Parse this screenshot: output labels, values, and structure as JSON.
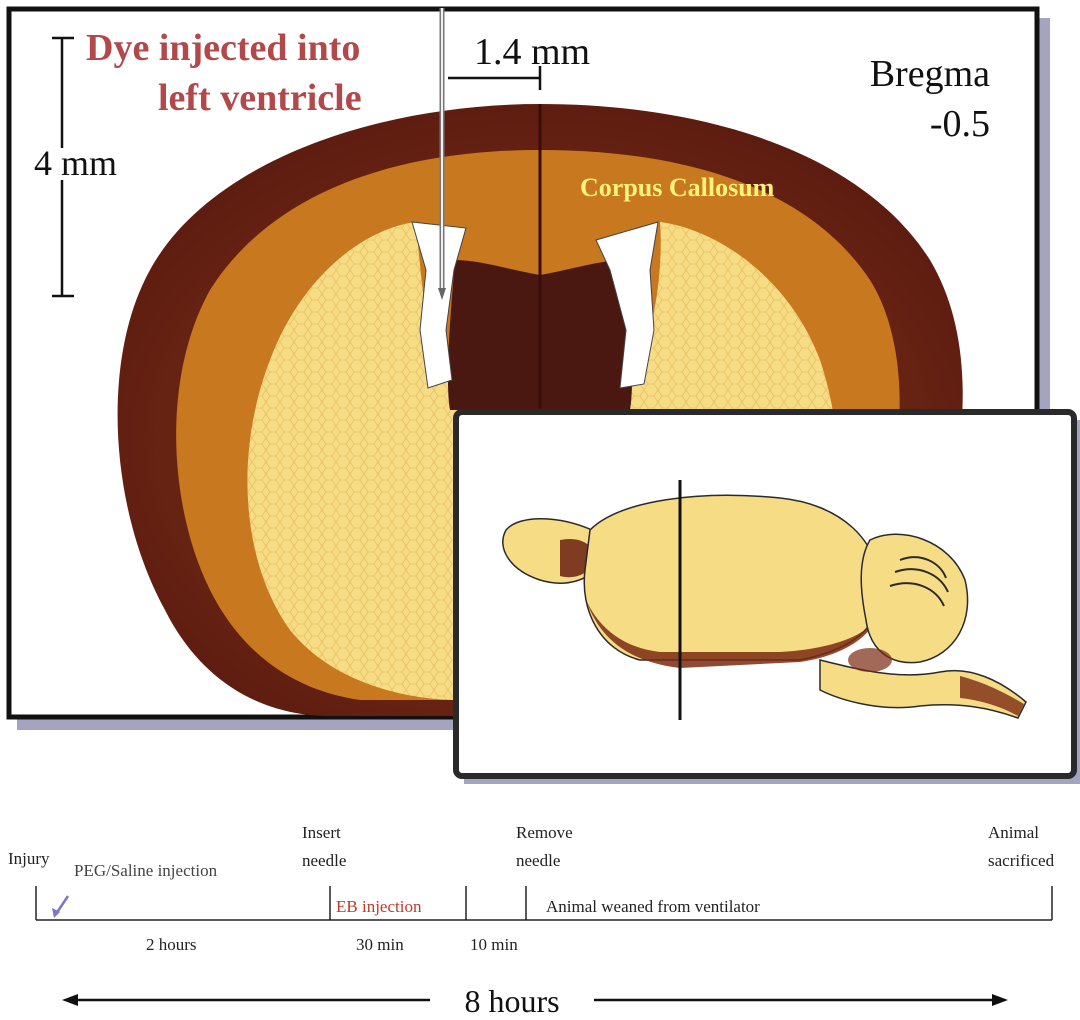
{
  "section_panel": {
    "dye_label_line1": "Dye injected into",
    "dye_label_line2": "left ventricle",
    "depth_label": "4 mm",
    "offset_label": "1.4 mm",
    "bregma_label": "Bregma",
    "bregma_value": "-0.5",
    "corpus_callosum_label": "Corpus Callosum"
  },
  "timeline": {
    "events": {
      "injury": "Injury",
      "peg": "PEG/Saline injection",
      "insert_line1": "Insert",
      "insert_line2": "needle",
      "eb": "EB injection",
      "remove_line1": "Remove",
      "remove_line2": "needle",
      "weaned": "Animal weaned from ventilator",
      "animal_line1": "Animal",
      "animal_line2": "sacrificed"
    },
    "durations": {
      "d1": "2 hours",
      "d2": "30 min",
      "d3": "10 min"
    },
    "total": "8 hours"
  },
  "colors": {
    "dark_brown": "#5a1a10",
    "orange": "#c8781e",
    "cream": "#f7dc86",
    "dye_label": "#b2484a",
    "cc_label": "#fff27a",
    "eb_label": "#c0392b"
  }
}
